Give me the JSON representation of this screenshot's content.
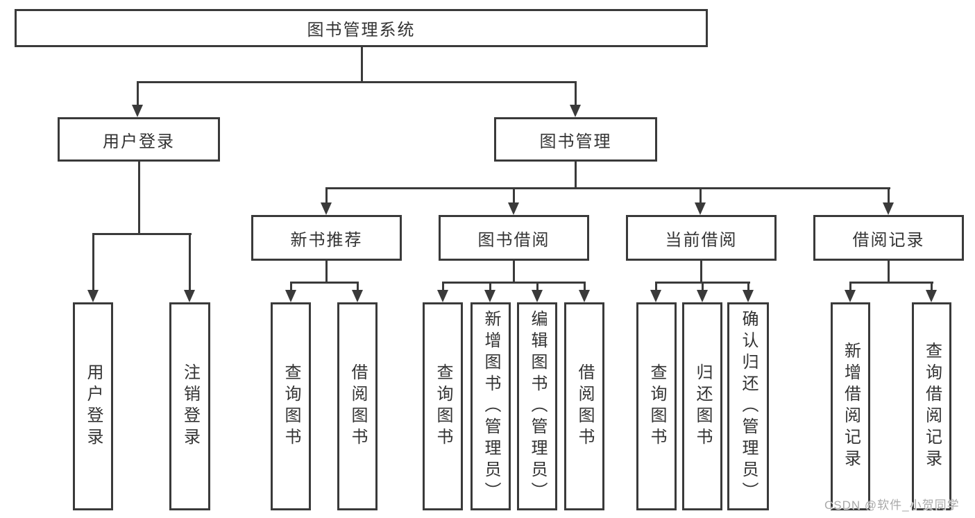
{
  "tree": {
    "label": "图书管理系统",
    "children": [
      {
        "label": "用户登录",
        "children": [
          {
            "label": "用户登录"
          },
          {
            "label": "注销登录"
          }
        ]
      },
      {
        "label": "图书管理",
        "children": [
          {
            "label": "新书推荐",
            "children": [
              {
                "label": "查询图书"
              },
              {
                "label": "借阅图书"
              }
            ]
          },
          {
            "label": "图书借阅",
            "children": [
              {
                "label": "查询图书"
              },
              {
                "label": "新增图书（管理员）"
              },
              {
                "label": "编辑图书（管理员）"
              },
              {
                "label": "借阅图书"
              }
            ]
          },
          {
            "label": "当前借阅",
            "children": [
              {
                "label": "查询图书"
              },
              {
                "label": "归还图书"
              },
              {
                "label": "确认归还（管理员）"
              }
            ]
          },
          {
            "label": "借阅记录",
            "children": [
              {
                "label": "新增借阅记录"
              },
              {
                "label": "查询借阅记录"
              }
            ]
          }
        ]
      }
    ]
  },
  "watermark": {
    "text": "CSDN @软件_小贺同学"
  },
  "colors": {
    "line": "#3a3a3a",
    "text": "#333333",
    "watermark": "#a9a9a9",
    "background": "#ffffff"
  }
}
